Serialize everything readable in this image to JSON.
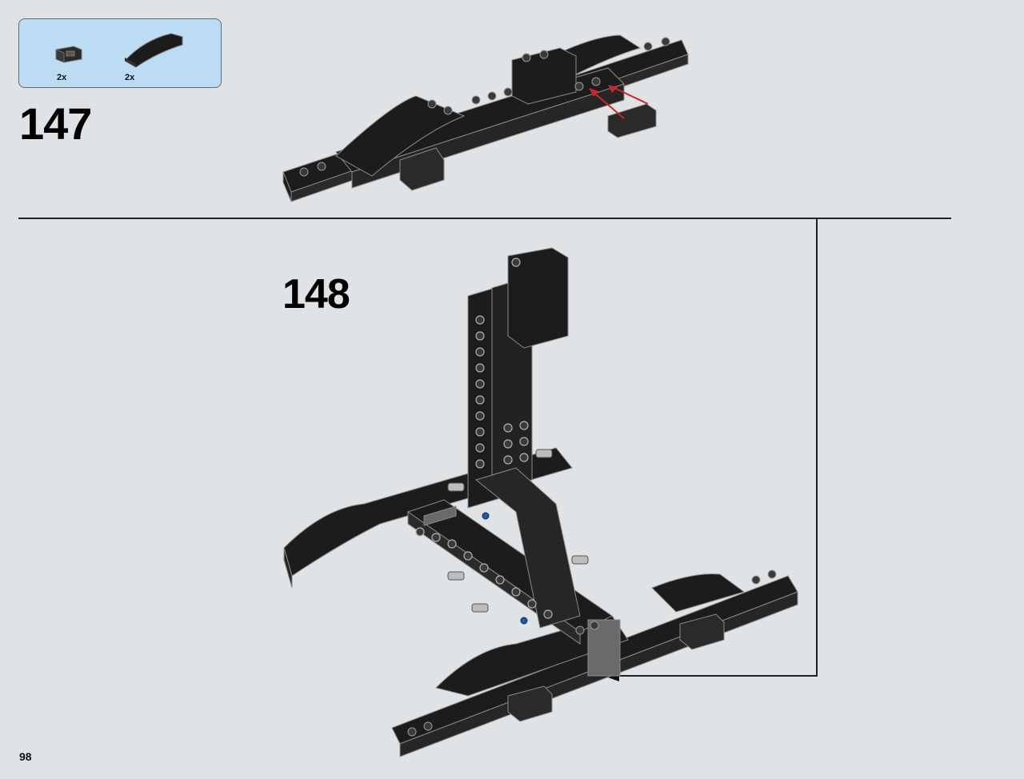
{
  "parts_list": {
    "items": [
      {
        "icon": "bracket-plate-part-icon",
        "quantity": "2x"
      },
      {
        "icon": "curved-slope-part-icon",
        "quantity": "2x"
      }
    ]
  },
  "steps": [
    {
      "number": "147"
    },
    {
      "number": "148"
    }
  ],
  "page": {
    "number": "98"
  },
  "colors": {
    "background": "#dfe3e6",
    "parts_box": "#bcdcf3",
    "brick": "#1c1c1c",
    "arrow_red": "#d2232a",
    "axle_blue": "#1e5aa8"
  }
}
